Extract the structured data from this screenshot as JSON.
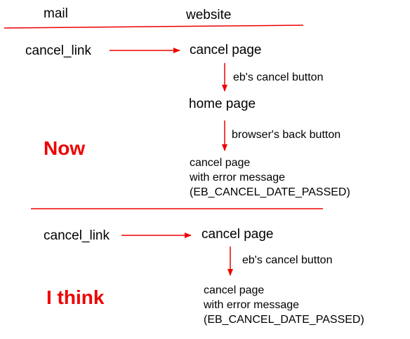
{
  "colors": {
    "accent": "#ee0000",
    "text": "#000000",
    "background": "#ffffff"
  },
  "header": {
    "mail": "mail",
    "website": "website"
  },
  "now": {
    "title": "Now",
    "cancel_link": "cancel_link",
    "step1": "cancel page",
    "action1": "eb's cancel button",
    "step2": "home page",
    "action2": "browser's back button",
    "result_line1": "cancel page",
    "result_line2": "with error message",
    "result_line3": "(EB_CANCEL_DATE_PASSED)"
  },
  "think": {
    "title": "I think",
    "cancel_link": "cancel_link",
    "step1": "cancel page",
    "action1": "eb's cancel button",
    "result_line1": "cancel page",
    "result_line2": "with error message",
    "result_line3": "(EB_CANCEL_DATE_PASSED)"
  }
}
